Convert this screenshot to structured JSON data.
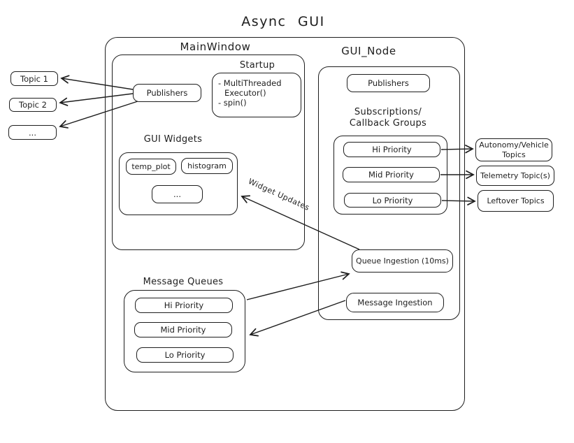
{
  "title": "Async GUI",
  "colors": {
    "stroke": "#1e1e1e",
    "background": "#ffffff"
  },
  "main_window": {
    "label": "MainWindow",
    "publishers": "Publishers",
    "startup": {
      "label": "Startup",
      "line1": "- MultiThreaded",
      "line2": "Executor()",
      "line3": "- spin()"
    },
    "gui_widgets": {
      "label": "GUI Widgets",
      "widget1": "temp_plot",
      "widget2": "histogram",
      "widget3": "..."
    }
  },
  "gui_node": {
    "label": "GUI_Node",
    "publishers": "Publishers",
    "subscriptions_line1": "Subscriptions/",
    "subscriptions_line2": "Callback Groups",
    "hi_priority": "Hi Priority",
    "mid_priority": "Mid Priority",
    "lo_priority": "Lo Priority",
    "queue_ingestion": "Queue Ingestion (10ms)",
    "message_ingestion": "Message Ingestion"
  },
  "left_topics": {
    "topic1": "Topic 1",
    "topic2": "Topic 2",
    "more": "..."
  },
  "right_topics": {
    "autonomy_line1": "Autonomy/Vehicle",
    "autonomy_line2": "Topics",
    "telemetry": "Telemetry Topic(s)",
    "leftover": "Leftover Topics"
  },
  "message_queues": {
    "label": "Message Queues",
    "hi_priority": "Hi Priority",
    "mid_priority": "Mid Priority",
    "lo_priority": "Lo Priority"
  },
  "annotations": {
    "widget_updates": "Widget Updates"
  }
}
